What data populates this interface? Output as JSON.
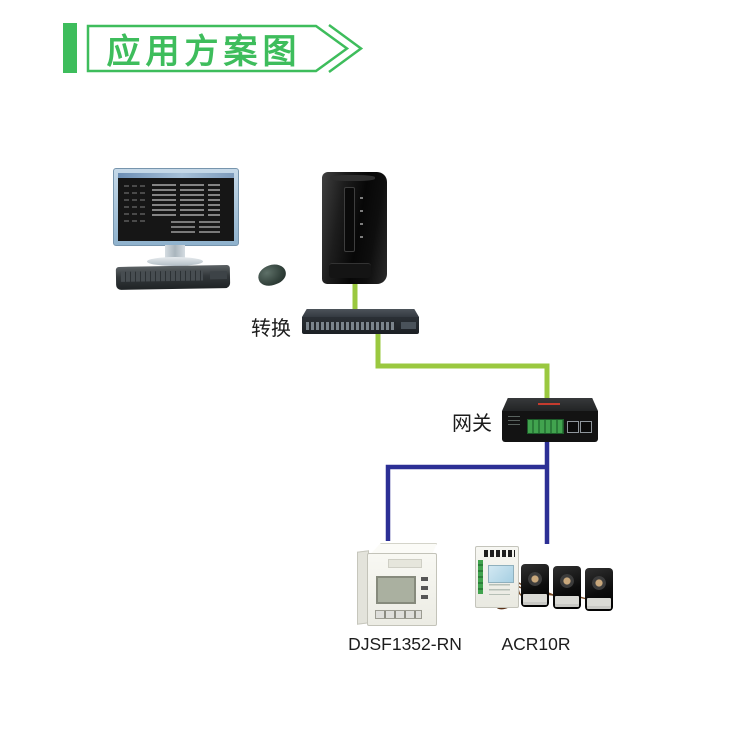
{
  "header": {
    "title": "应用方案图",
    "accent_color": "#3ebd5c"
  },
  "diagram": {
    "colors": {
      "green_cable": "#9ac83f",
      "blue_cable": "#2c2f95",
      "ct_wire": "#7a4e2a"
    },
    "labels": {
      "converter": "转换",
      "gateway": "网关",
      "dc_energy_meter": "DJSF1352-RN",
      "ct_meter": "ACR10R"
    },
    "icons": {
      "computer": "monitor-keyboard-mouse",
      "server": "tower-server",
      "switch": "ethernet-switch",
      "gateway": "serial-gateway-box",
      "dc_energy_meter": "din-rail-meter",
      "ct_meter": "din-rail-meter-with-3-current-transformers"
    }
  }
}
